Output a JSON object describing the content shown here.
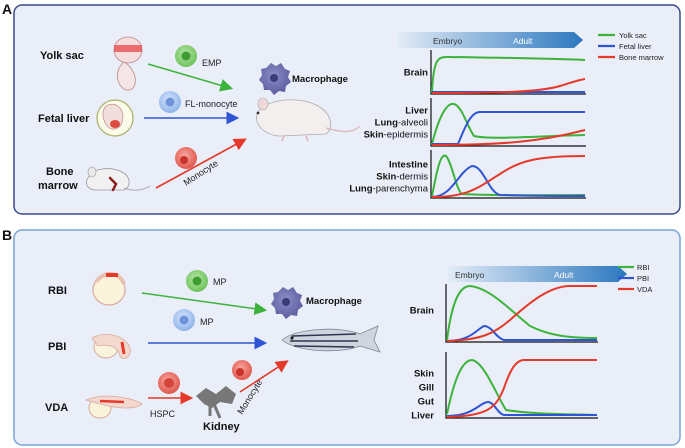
{
  "colors": {
    "yolk_sac": "#3cb43c",
    "fetal_liver": "#2f55d4",
    "bone_marrow": "#e5392b",
    "panel_fill": "#e9eef8",
    "panel_border": "#3a4a8c",
    "panel_b_border": "#7aa3d8",
    "gradient_start": "#dce8f5",
    "gradient_end": "#2b78bf"
  },
  "panel_a": {
    "letter": "A",
    "sources": [
      {
        "label": "Yolk sac",
        "icon": "yolk-sac-embryo-icon"
      },
      {
        "label": "Fetal liver",
        "icon": "fetal-liver-embryo-icon"
      },
      {
        "label_line1": "Bone",
        "label_line2": "marrow",
        "icon": "mouse-bone-icon"
      }
    ],
    "cells": [
      "EMP",
      "FL-monocyte",
      "Monocyte"
    ],
    "target": "Macrophage",
    "timeline": {
      "start": "Embryo",
      "end": "Adult"
    },
    "legend": [
      "Yolk sac",
      "Fetal liver",
      "Bone marrow"
    ],
    "rows": [
      {
        "lines": [
          [
            {
              "t": "Brain",
              "b": true
            }
          ]
        ]
      },
      {
        "lines": [
          [
            {
              "t": "Liver",
              "b": true
            }
          ],
          [
            {
              "t": "Lung",
              "b": true
            },
            {
              "t": "-alveoli",
              "b": false
            }
          ],
          [
            {
              "t": "Skin",
              "b": true
            },
            {
              "t": "-epidermis",
              "b": false
            }
          ]
        ]
      },
      {
        "lines": [
          [
            {
              "t": "Intestine",
              "b": true
            }
          ],
          [
            {
              "t": "Skin",
              "b": true
            },
            {
              "t": "-dermis",
              "b": false
            }
          ],
          [
            {
              "t": "Lung",
              "b": true
            },
            {
              "t": "-parenchyma",
              "b": false
            }
          ]
        ]
      }
    ]
  },
  "panel_b": {
    "letter": "B",
    "sources": [
      {
        "label": "RBI",
        "icon": "rbi-embryo-icon"
      },
      {
        "label": "PBI",
        "icon": "pbi-embryo-icon"
      },
      {
        "label": "VDA",
        "icon": "vda-embryo-icon"
      }
    ],
    "cells": [
      "MP",
      "MP",
      "HSPC",
      "Monocyte"
    ],
    "kidney_label": "Kidney",
    "target": "Macrophage",
    "timeline": {
      "start": "Embryo",
      "end": "Adult"
    },
    "legend": [
      "RBI",
      "PBI",
      "VDA"
    ],
    "rows": [
      {
        "lines": [
          [
            {
              "t": "Brain",
              "b": true
            }
          ]
        ]
      },
      {
        "lines": [
          [
            {
              "t": "Skin",
              "b": true
            }
          ],
          [
            {
              "t": "Gill",
              "b": true
            }
          ],
          [
            {
              "t": "Gut",
              "b": true
            }
          ],
          [
            {
              "t": "Liver",
              "b": true
            }
          ]
        ]
      }
    ]
  }
}
